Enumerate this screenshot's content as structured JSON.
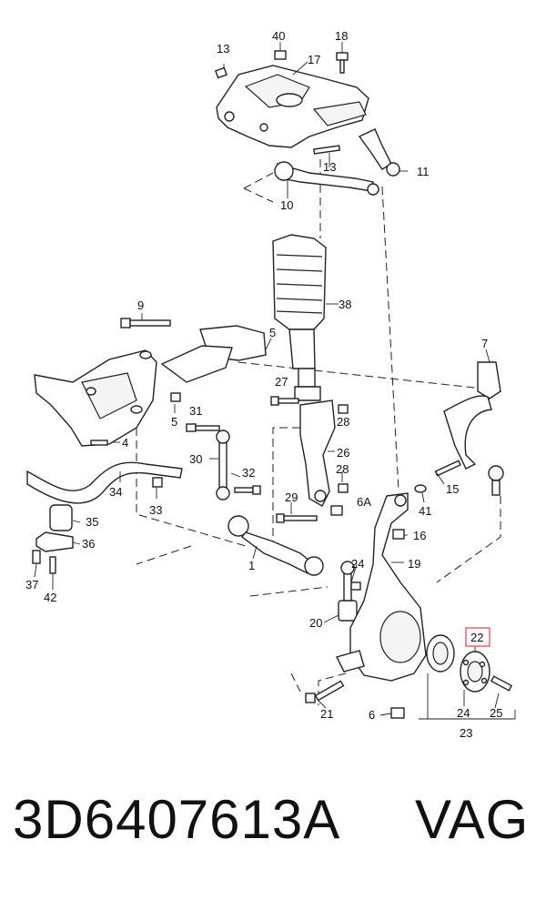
{
  "callouts": [
    {
      "id": "c13a",
      "text": "13"
    },
    {
      "id": "c40",
      "text": "40"
    },
    {
      "id": "c17",
      "text": "17"
    },
    {
      "id": "c18",
      "text": "18"
    },
    {
      "id": "c13b",
      "text": "13"
    },
    {
      "id": "c11",
      "text": "11"
    },
    {
      "id": "c10",
      "text": "10"
    },
    {
      "id": "c38",
      "text": "38"
    },
    {
      "id": "c9",
      "text": "9"
    },
    {
      "id": "c5a",
      "text": "5"
    },
    {
      "id": "c27",
      "text": "27"
    },
    {
      "id": "c7",
      "text": "7"
    },
    {
      "id": "c5b",
      "text": "5"
    },
    {
      "id": "c31",
      "text": "31"
    },
    {
      "id": "c4",
      "text": "4"
    },
    {
      "id": "c28a",
      "text": "28"
    },
    {
      "id": "c26",
      "text": "26"
    },
    {
      "id": "c30",
      "text": "30"
    },
    {
      "id": "c32",
      "text": "32"
    },
    {
      "id": "c28b",
      "text": "28"
    },
    {
      "id": "c34",
      "text": "34"
    },
    {
      "id": "c33",
      "text": "33"
    },
    {
      "id": "c29",
      "text": "29"
    },
    {
      "id": "c6a",
      "text": "6A"
    },
    {
      "id": "c15",
      "text": "15"
    },
    {
      "id": "c41",
      "text": "41"
    },
    {
      "id": "c35",
      "text": "35"
    },
    {
      "id": "c16",
      "text": "16"
    },
    {
      "id": "c36",
      "text": "36"
    },
    {
      "id": "c1",
      "text": "1"
    },
    {
      "id": "c24a",
      "text": "24"
    },
    {
      "id": "c19",
      "text": "19"
    },
    {
      "id": "c37",
      "text": "37"
    },
    {
      "id": "c42",
      "text": "42"
    },
    {
      "id": "c20",
      "text": "20"
    },
    {
      "id": "c22",
      "text": "22"
    },
    {
      "id": "c21",
      "text": "21"
    },
    {
      "id": "c6",
      "text": "6"
    },
    {
      "id": "c24b",
      "text": "24"
    },
    {
      "id": "c25",
      "text": "25"
    },
    {
      "id": "c23",
      "text": "23"
    }
  ],
  "highlight_color": "#e05a6a",
  "caption": {
    "part_number": "3D6407613A",
    "brand": "VAG"
  }
}
